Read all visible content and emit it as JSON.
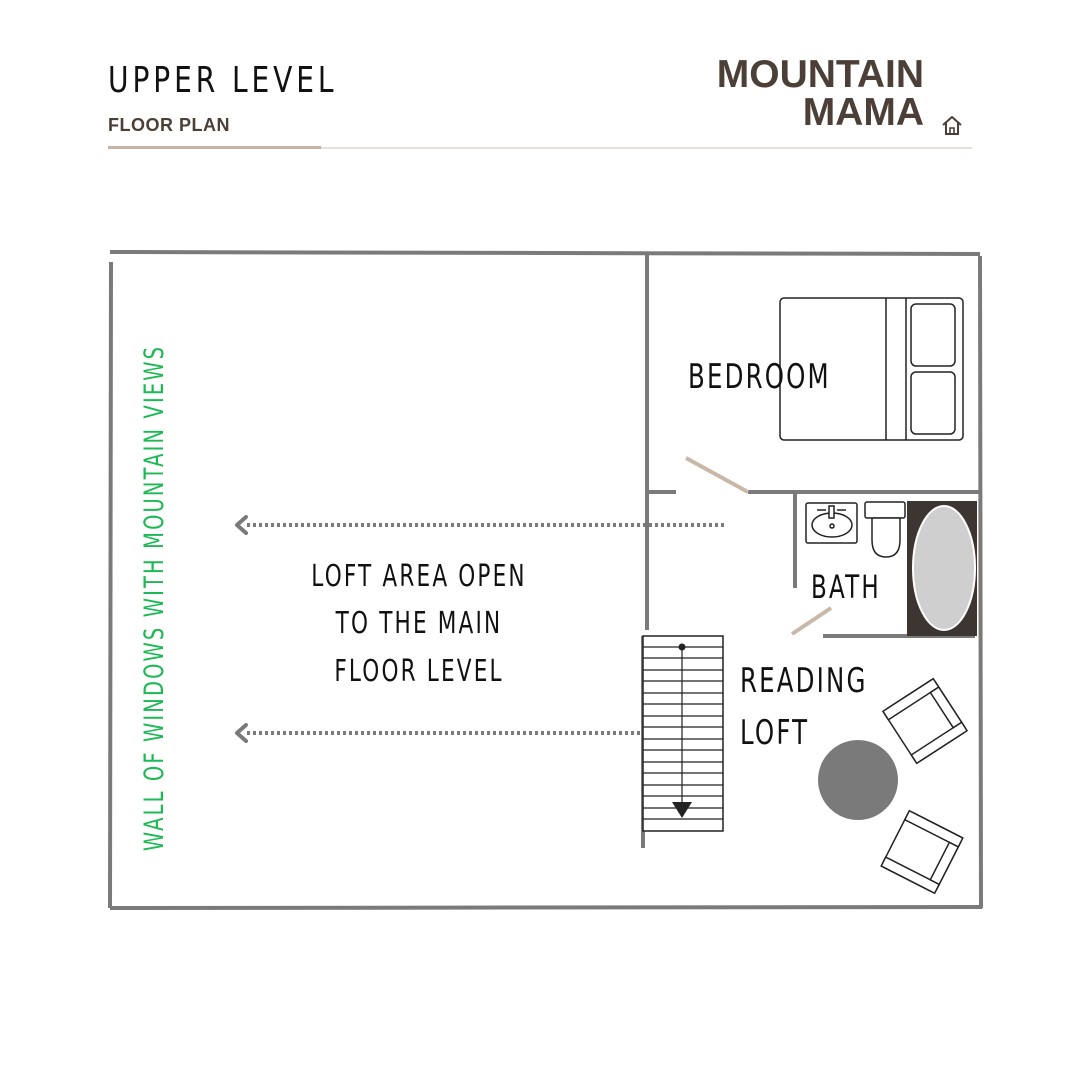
{
  "header": {
    "title": "UPPER LEVEL",
    "subtitle": "FLOOR PLAN",
    "brand_line1": "MOUNTAIN",
    "brand_line2": "MAMA"
  },
  "icons": {
    "brand_mark": "home-icon"
  },
  "rooms": {
    "bedroom": "BEDROOM",
    "bath": "BATH",
    "reading_loft_line1": "READING",
    "reading_loft_line2": "LOFT",
    "loft_open_line1": "LOFT AREA OPEN",
    "loft_open_line2": "TO THE MAIN",
    "loft_open_line3": "FLOOR LEVEL",
    "window_wall": "WALL OF WINDOWS WITH MOUNTAIN VIEWS"
  },
  "colors": {
    "wall": "#7a7a7a",
    "accent_green": "#1db954",
    "brand_brown": "#4b3f37",
    "door": "#c9b8a8",
    "tub": "#3d3532",
    "tub_basin": "#cfcfcf",
    "table": "#7a7a7a"
  }
}
